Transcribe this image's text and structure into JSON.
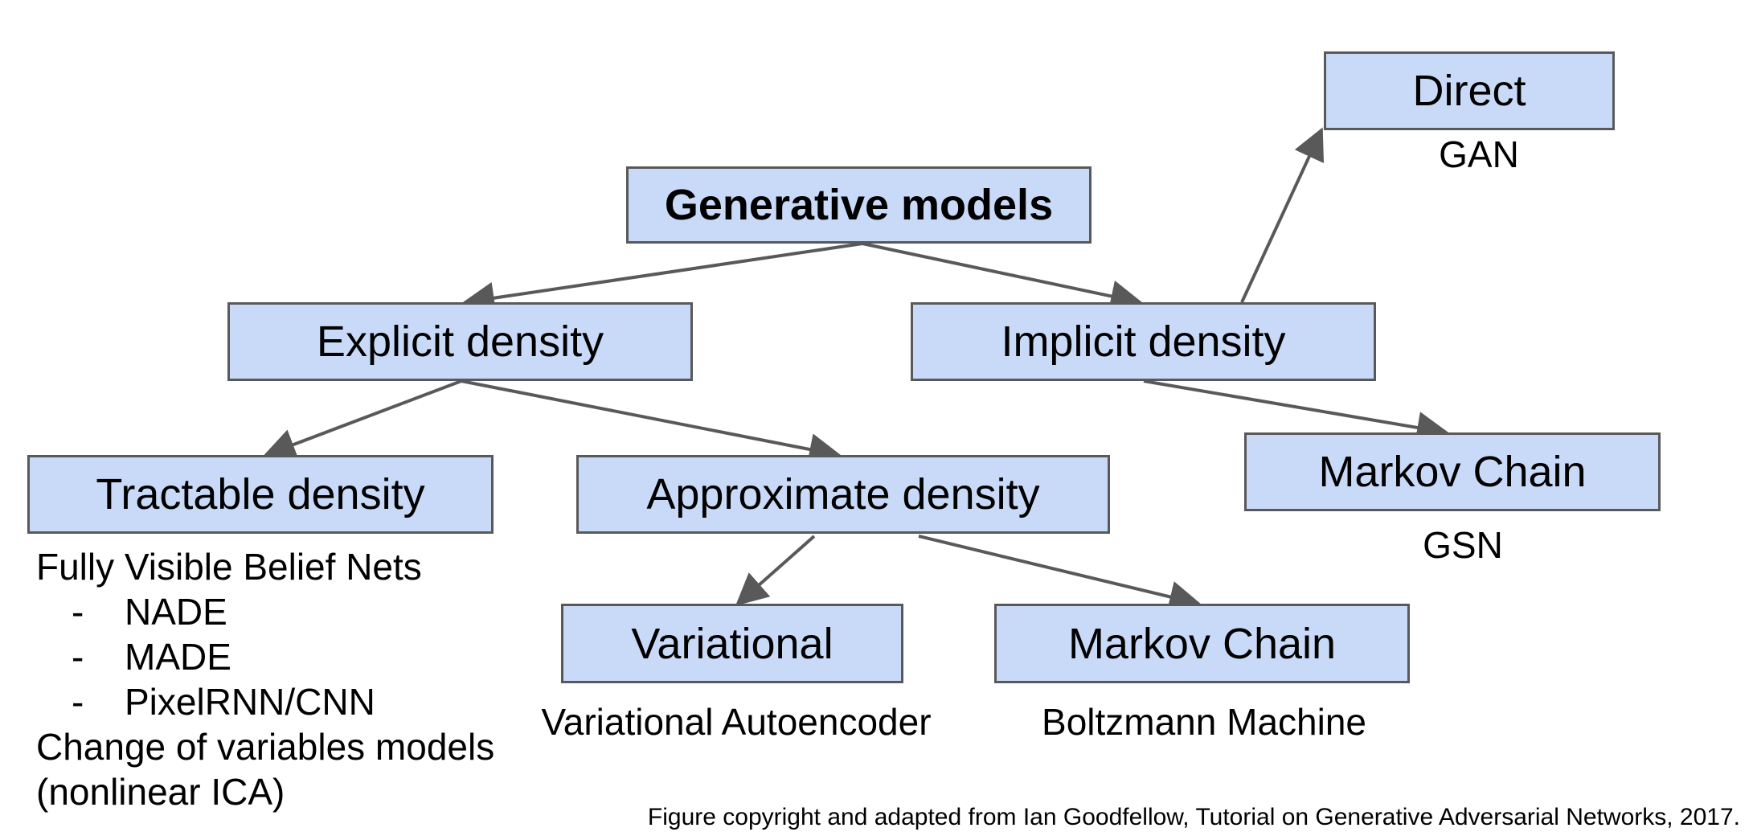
{
  "colors": {
    "node_fill": "#c9daf8",
    "node_border": "#595959",
    "edge": "#595959",
    "text": "#000000"
  },
  "nodes": {
    "generative": {
      "label": "Generative models"
    },
    "explicit": {
      "label": "Explicit density"
    },
    "implicit": {
      "label": "Implicit density"
    },
    "direct": {
      "label": "Direct"
    },
    "tractable": {
      "label": "Tractable density"
    },
    "approximate": {
      "label": "Approximate density"
    },
    "markov_implicit": {
      "label": "Markov Chain"
    },
    "variational": {
      "label": "Variational"
    },
    "markov_approx": {
      "label": "Markov Chain"
    }
  },
  "notes": {
    "direct": "GAN",
    "markov_implicit": "GSN",
    "variational": "Variational Autoencoder",
    "markov_approx": "Boltzmann Machine",
    "tractable": {
      "heading": "Fully Visible Belief Nets",
      "items": [
        {
          "bullet": "-",
          "text": "NADE"
        },
        {
          "bullet": "-",
          "text": "MADE"
        },
        {
          "bullet": "-",
          "text": "PixelRNN/CNN"
        }
      ],
      "tail": [
        "Change of variables models",
        "(nonlinear ICA)"
      ]
    }
  },
  "edges": [
    {
      "from": "generative",
      "to": "explicit"
    },
    {
      "from": "generative",
      "to": "implicit"
    },
    {
      "from": "implicit",
      "to": "direct"
    },
    {
      "from": "implicit",
      "to": "markov_implicit"
    },
    {
      "from": "explicit",
      "to": "tractable"
    },
    {
      "from": "explicit",
      "to": "approximate"
    },
    {
      "from": "approximate",
      "to": "variational"
    },
    {
      "from": "approximate",
      "to": "markov_approx"
    }
  ],
  "caption": "Figure copyright and adapted from Ian Goodfellow, Tutorial on Generative Adversarial Networks, 2017."
}
